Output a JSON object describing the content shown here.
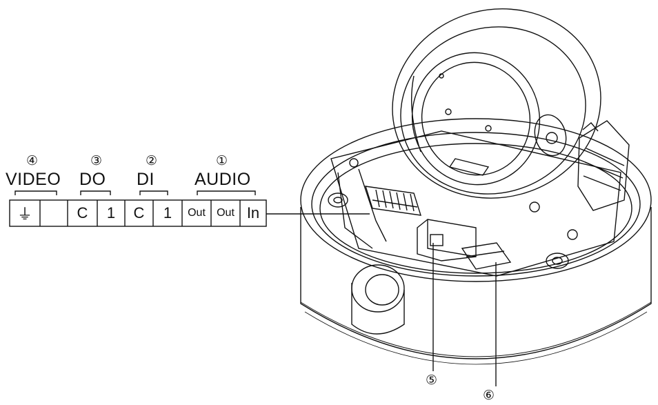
{
  "groups": [
    {
      "marker": "④",
      "label": "VIDEO"
    },
    {
      "marker": "③",
      "label": "DO"
    },
    {
      "marker": "②",
      "label": "DI"
    },
    {
      "marker": "①",
      "label": "AUDIO"
    }
  ],
  "terminal_cells": [
    "⏚",
    "",
    "C",
    "1",
    "C",
    "1",
    "Out",
    "Out",
    "In"
  ],
  "callouts": [
    "⑤",
    "⑥"
  ]
}
